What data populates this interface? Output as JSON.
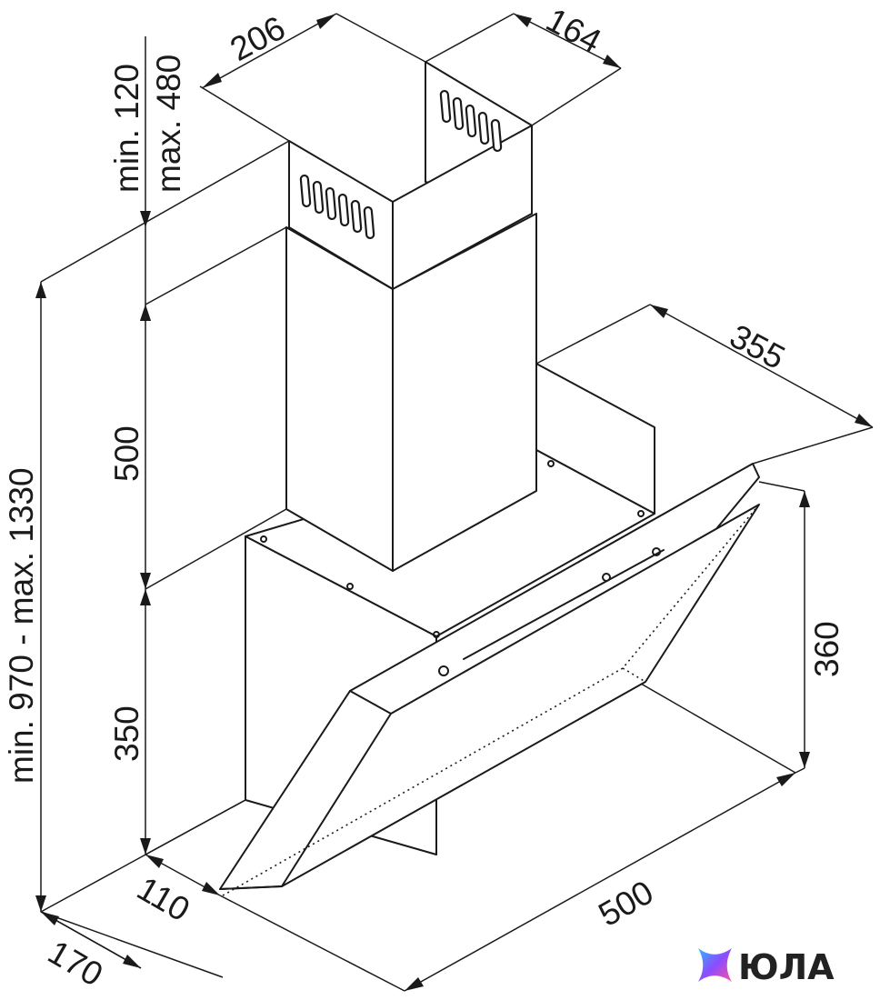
{
  "diagram": {
    "dimensions": {
      "chimney_width": "206",
      "chimney_depth": "164",
      "chimney_overlap_min": "min. 120",
      "chimney_overlap_max": "max. 480",
      "chimney_height": "500",
      "hood_body_height": "350",
      "total_height": "min. 970 - max. 1330",
      "hood_depth": "355",
      "glass_height": "360",
      "hood_width": "500",
      "glass_offset": "110",
      "base_depth": "170"
    }
  },
  "watermark": {
    "brand": "ЮЛА",
    "colors": [
      "#ff4fa3",
      "#8a4dff",
      "#2bb7ff"
    ]
  }
}
